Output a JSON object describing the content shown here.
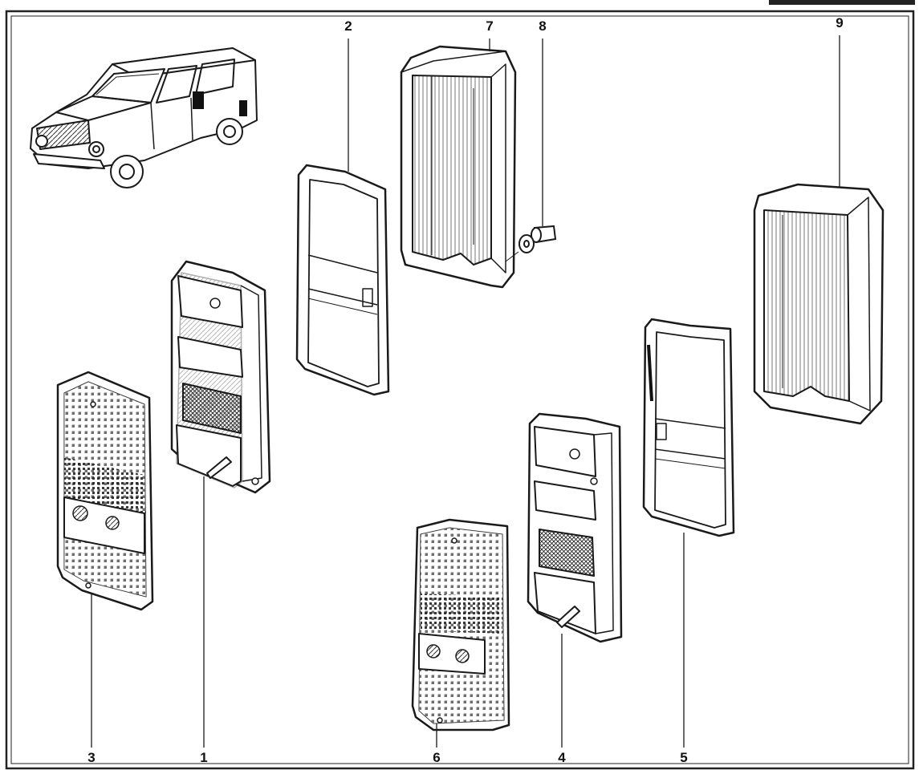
{
  "figure": {
    "title": "",
    "ink_color": "#1a1a1a",
    "paper_color": "#ffffff",
    "frame_color": "#2a2a2a",
    "lamp_fill": "#fafafa",
    "callouts": [
      {
        "id": "1",
        "label": "1"
      },
      {
        "id": "2",
        "label": "2"
      },
      {
        "id": "3",
        "label": "3"
      },
      {
        "id": "4",
        "label": "4"
      },
      {
        "id": "5",
        "label": "5"
      },
      {
        "id": "6",
        "label": "6"
      },
      {
        "id": "7",
        "label": "7"
      },
      {
        "id": "8",
        "label": "8"
      },
      {
        "id": "9",
        "label": "9"
      }
    ]
  }
}
